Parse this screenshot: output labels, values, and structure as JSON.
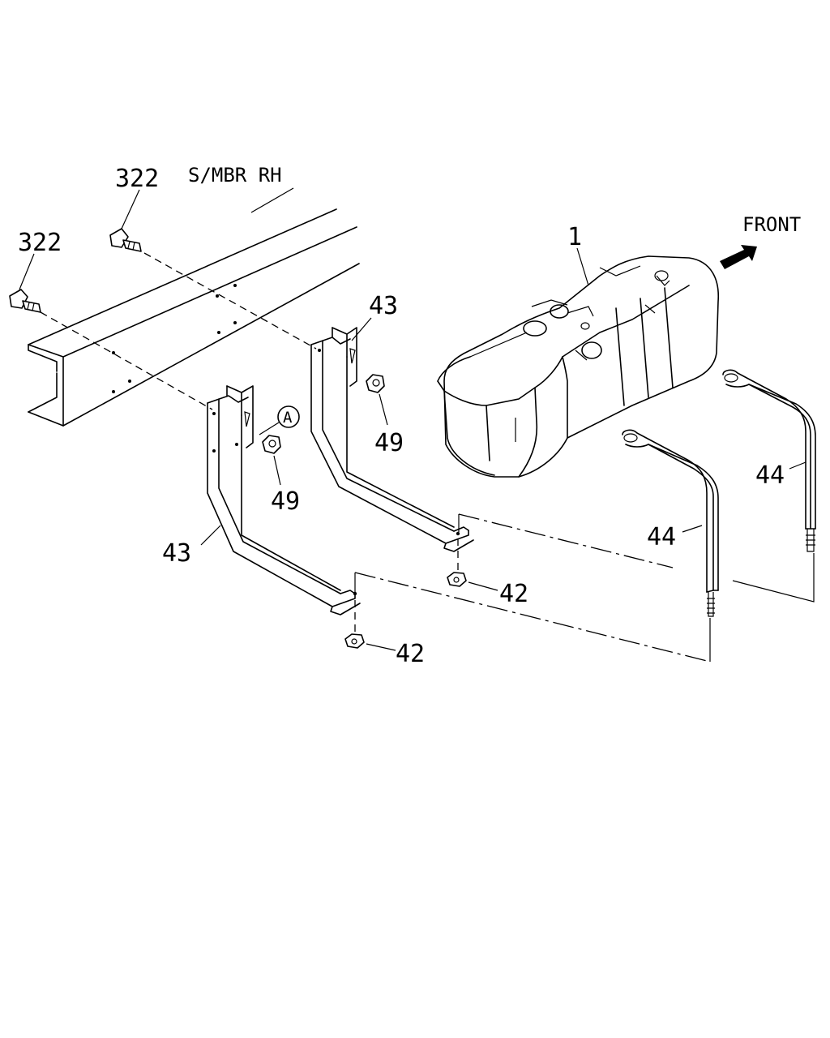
{
  "diagram": {
    "frame_label": "S/MBR RH",
    "front_label": "FRONT",
    "ref_circle": "A",
    "callouts": {
      "bolt_upper": "322",
      "bolt_lower": "322",
      "tank": "1",
      "bracket_rear": "43",
      "bracket_front": "43",
      "nut_upper_rear": "49",
      "nut_upper_front": "49",
      "strap_right": "44",
      "strap_left": "44",
      "nut_lower_rear": "42",
      "nut_lower_front": "42"
    }
  }
}
